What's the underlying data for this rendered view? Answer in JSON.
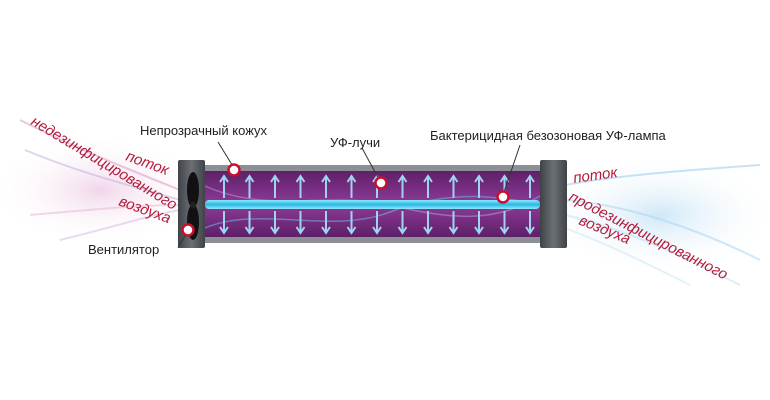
{
  "labels": {
    "housing": "Непрозрачный кожух",
    "uv_rays": "УФ-лучи",
    "lamp": "Бактерицидная безозоновая УФ-лампа",
    "fan": "Вентилятор"
  },
  "inflow": {
    "line1": "поток",
    "line2": "недезинфицированного",
    "line3": "воздуха"
  },
  "outflow": {
    "line1": "поток",
    "line2": "продезинфицированного",
    "line3": "воздуха"
  },
  "colors": {
    "chamber": "#7b2a83",
    "lamp": "#38c8e8",
    "arrows": "#9fd4f0",
    "caps": "#555a5f",
    "marker": "#c8102e",
    "flow_text": "#b01c3a"
  }
}
